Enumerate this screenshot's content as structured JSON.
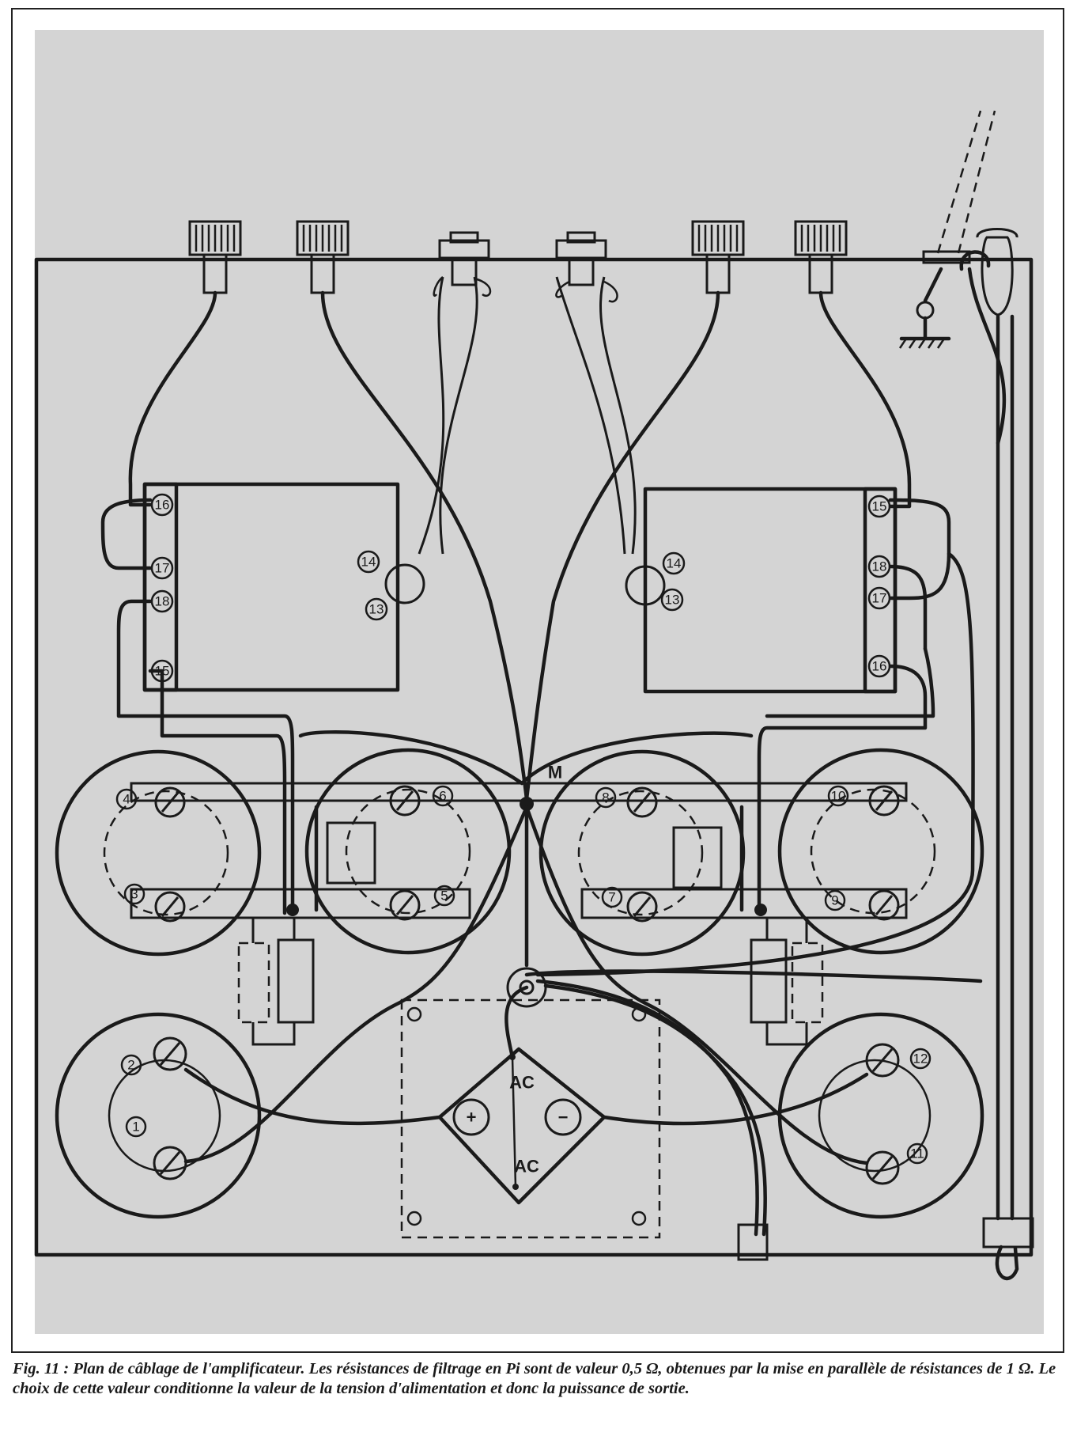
{
  "figure": {
    "caption": "Fig. 11 : Plan de câblage de l'amplificateur. Les résistances de filtrage en Pi sont de valeur 0,5 Ω, obtenues par la mise en parallèle de résistances de 1 Ω. Le choix de cette valeur conditionne la valeur de la tension d'alimentation et donc la puissance de sortie."
  },
  "labels": {
    "node_m": "M",
    "ac_top": "AC",
    "ac_bottom": "AC",
    "plus": "+",
    "minus": "−"
  },
  "left_board_pins": [
    "16",
    "17",
    "18",
    "15",
    "14",
    "13"
  ],
  "right_board_pins": [
    "15",
    "18",
    "17",
    "16",
    "14",
    "13"
  ],
  "transistor_pins": [
    "4",
    "3",
    "6",
    "5",
    "8",
    "7",
    "10",
    "9",
    "2",
    "1",
    "12",
    "11"
  ]
}
